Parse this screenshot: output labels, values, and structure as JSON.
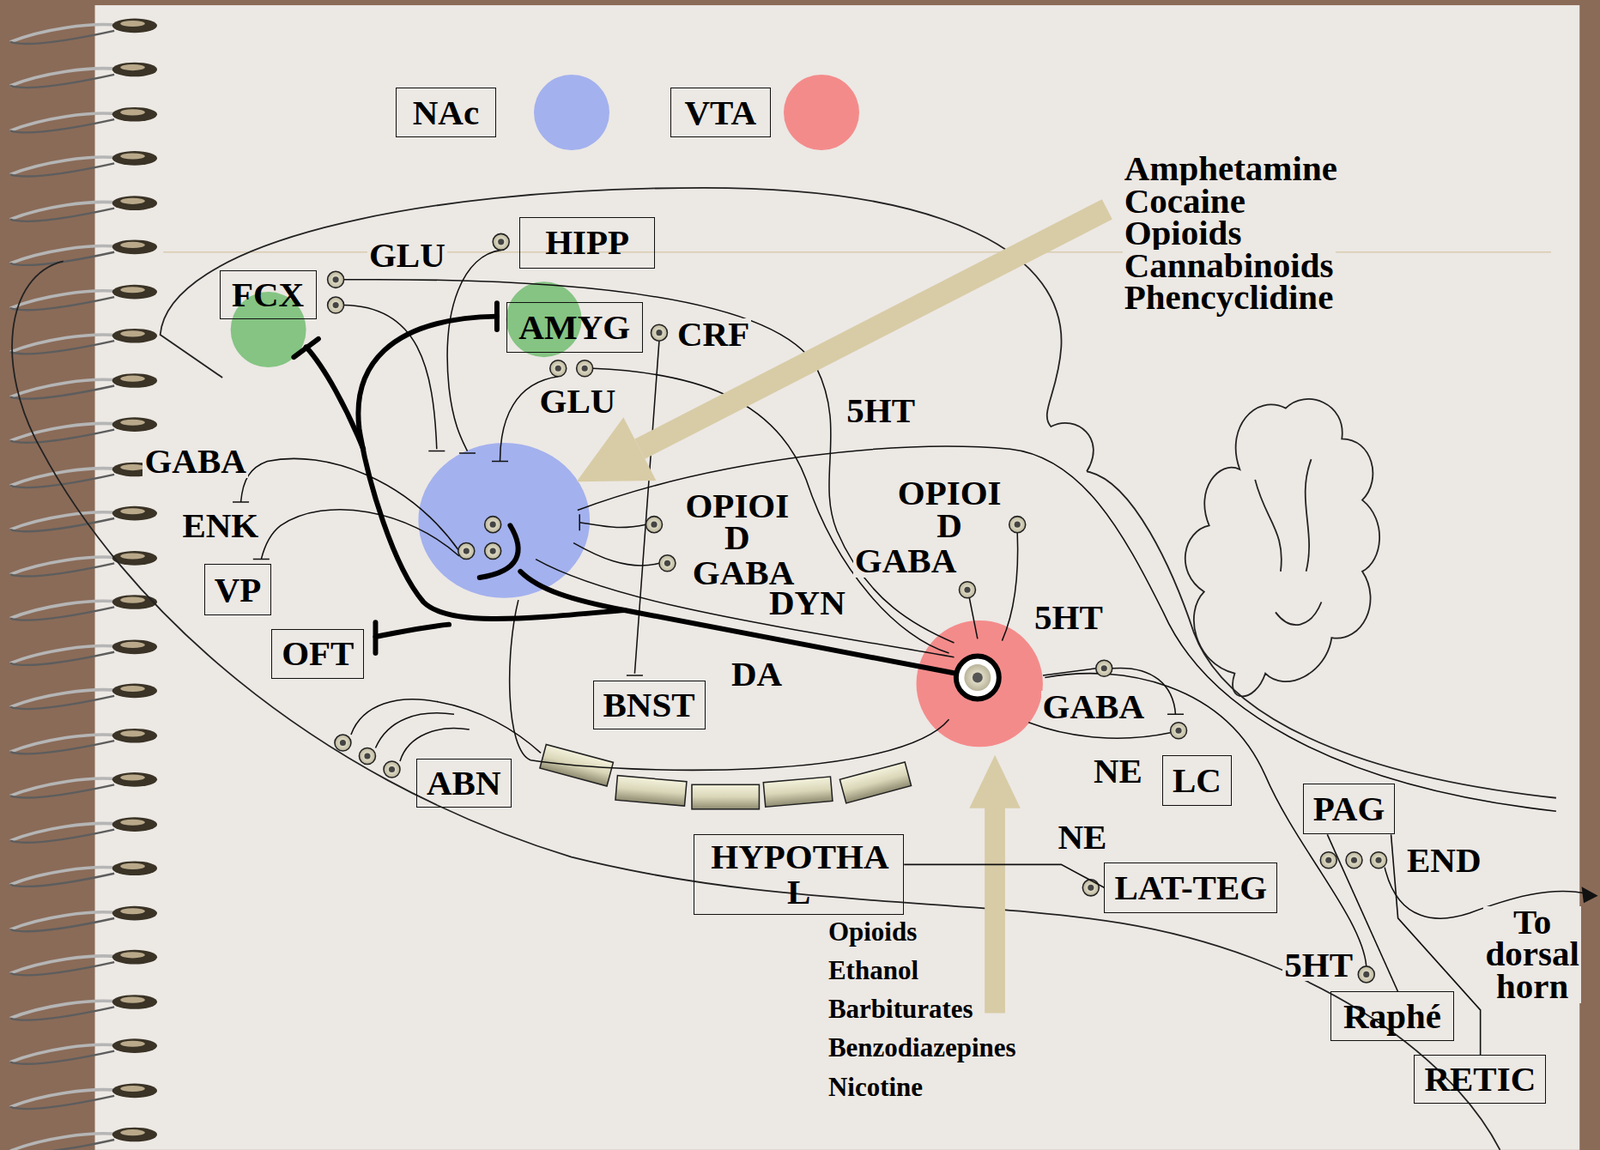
{
  "diagram": {
    "nodes": [
      {
        "text": [
          "HIPP"
        ]
      },
      {
        "text": [
          "FCX"
        ]
      },
      {
        "text": [
          "AMYG"
        ]
      },
      {
        "text": [
          "VP"
        ]
      },
      {
        "text": [
          "OFT"
        ]
      },
      {
        "text": [
          "BNST"
        ]
      },
      {
        "text": [
          "ABN"
        ]
      },
      {
        "text": [
          "LC"
        ]
      },
      {
        "text": [
          "PAG"
        ]
      },
      {
        "text": [
          "HYPOTHA L"
        ]
      },
      {
        "text": [
          "LAT-TEG"
        ]
      },
      {
        "text": [
          "Raphé"
        ]
      },
      {
        "text": [
          "RETIC"
        ]
      }
    ],
    "edges": [
      {
        "from": 10,
        "to": 9,
        "arrow": "none",
        "label": "NE"
      },
      {
        "from": 8,
        "to": 11,
        "arrow": "none"
      },
      {
        "from": 8,
        "to": 12,
        "arrow": "none"
      }
    ],
    "labels": [
      "GLU",
      "CRF",
      "GLU",
      "5HT",
      "GABA",
      "ENK",
      "OPIOI D",
      "GABA",
      "DYN",
      "DA",
      "OPIOI D",
      "GABA",
      "5HT",
      "GABA",
      "NE",
      "END",
      "To dorsal horn",
      "5HT",
      "Amphetamine",
      "Cocaine",
      "Opioids",
      "Cannabinoids",
      "Phencyclidine",
      "Opioids",
      "Ethanol",
      "Barbiturates",
      "Benzodiazepines",
      "Nicotine"
    ],
    "legend": [
      {
        "text": "NAc",
        "color": "#a3b1ee"
      },
      {
        "text": "VTA",
        "color": "#f48b8b"
      }
    ]
  }
}
